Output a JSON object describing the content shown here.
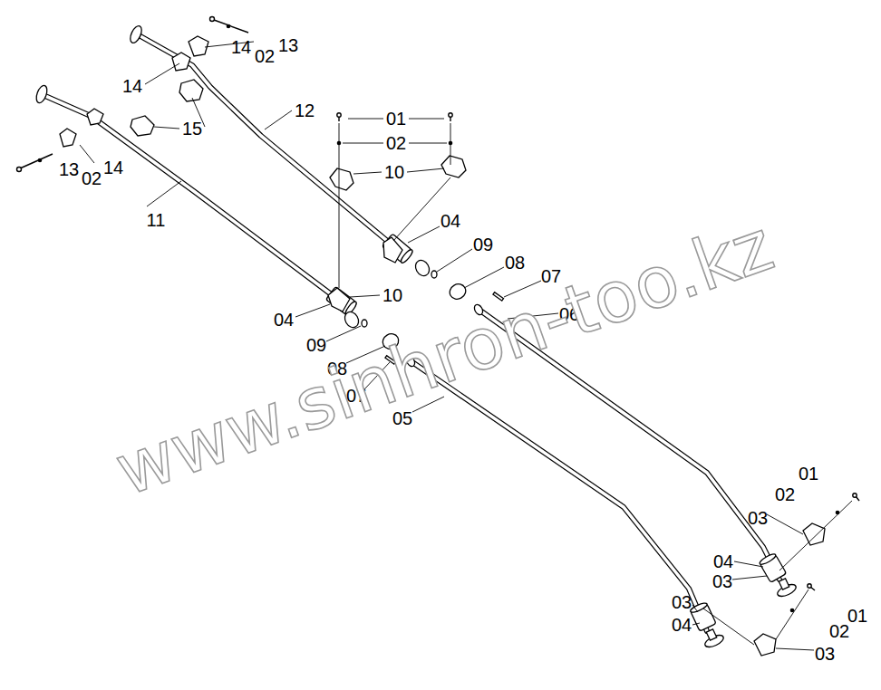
{
  "diagram": {
    "labels": [
      "13",
      "14",
      "02",
      "14",
      "12",
      "01",
      "15",
      "02",
      "14",
      "02",
      "13",
      "10",
      "11",
      "04",
      "09",
      "08",
      "07",
      "10",
      "06",
      "04",
      "09",
      "08",
      "07",
      "05",
      "01",
      "02",
      "03",
      "04",
      "03",
      "03",
      "04",
      "01",
      "02",
      "03",
      "www.sinhron-too.kz"
    ]
  }
}
